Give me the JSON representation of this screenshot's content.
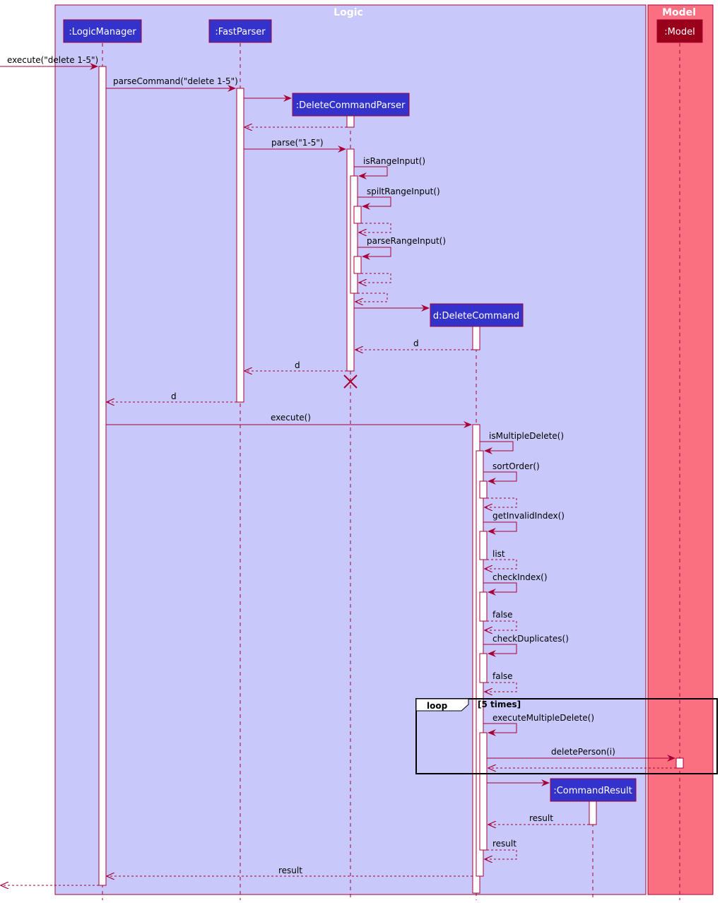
{
  "boxes": {
    "logic": "Logic",
    "model": "Model"
  },
  "participants": {
    "logic_manager": ":LogicManager",
    "fast_parser": ":FastParser",
    "delete_command_parser": ":DeleteCommandParser",
    "delete_command": "d:DeleteCommand",
    "command_result": ":CommandResult",
    "model": ":Model"
  },
  "messages": {
    "execute_input": "execute(\"delete 1-5\")",
    "parse_command": "parseCommand(\"delete 1-5\")",
    "parse": "parse(\"1-5\")",
    "is_range_input": "isRangeInput()",
    "spilt_range_input": "spiltRangeInput()",
    "parse_range_input": "parseRangeInput()",
    "return_d_1": "d",
    "return_d_2": "d",
    "return_d_3": "d",
    "execute": "execute()",
    "is_multiple_delete": "isMultipleDelete()",
    "sort_order": "sortOrder()",
    "get_invalid_index": "getInvalidIndex()",
    "return_list": "list",
    "check_index": "checkIndex()",
    "return_false_1": "false",
    "check_duplicates": "checkDuplicates()",
    "return_false_2": "false",
    "execute_multiple_delete": "executeMultipleDelete()",
    "delete_person": "deletePerson(i)",
    "return_result_1": "result",
    "return_result_2": "result",
    "return_result_3": "result"
  },
  "loop": {
    "keyword": "loop",
    "condition": "[5 times]"
  },
  "colors": {
    "logic_box": "#c8c8fa",
    "model_box": "#fa7080",
    "participant_fill": "#3333cc",
    "model_participant_fill": "#99001a",
    "line": "#a80036"
  }
}
